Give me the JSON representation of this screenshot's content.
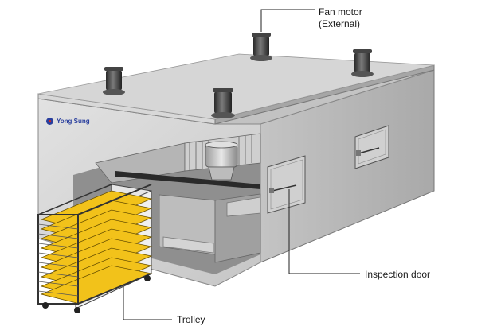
{
  "labels": {
    "fan_motor_line1": "Fan motor",
    "fan_motor_line2": "(External)",
    "inspection_door": "Inspection door",
    "trolley": "Trolley"
  },
  "brand": {
    "name": "Yong Sung"
  },
  "colors": {
    "tray_fill": "#f2c21a",
    "body_metal": "#c9c9c9",
    "brand_blue": "#2a3f9e",
    "brand_red": "#d8241e"
  }
}
